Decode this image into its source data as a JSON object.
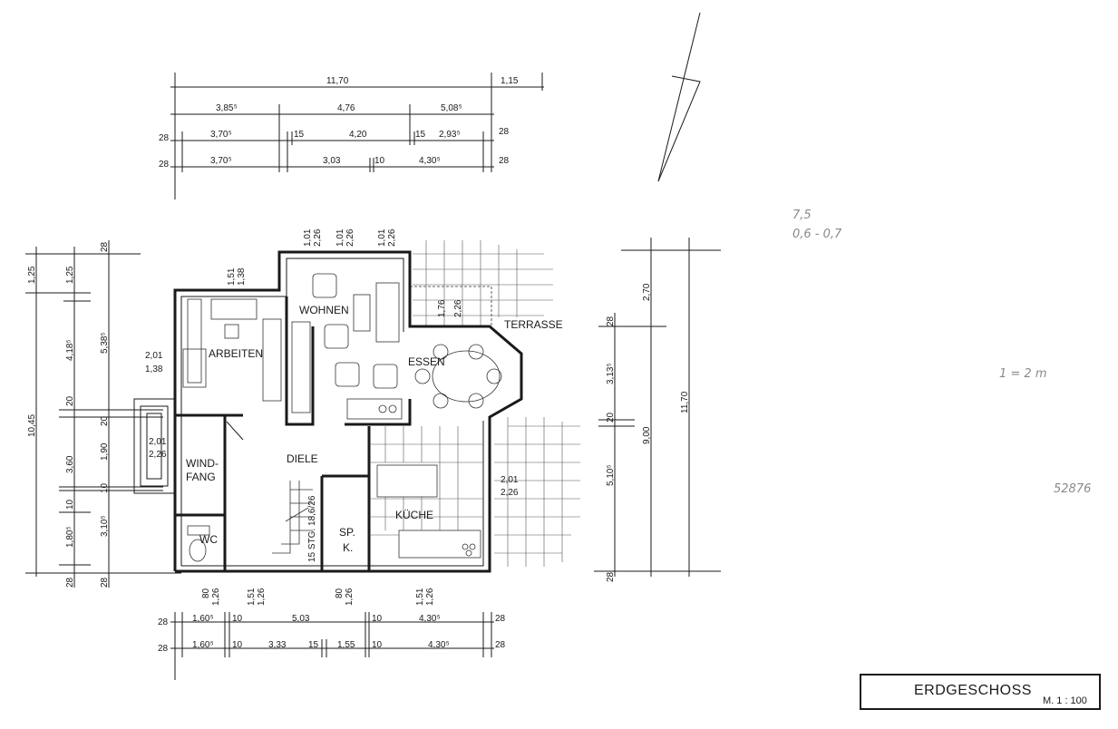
{
  "title": {
    "name": "ERDGESCHOSS",
    "scale": "M. 1 : 100"
  },
  "rooms": {
    "arbeiten": "ARBEITEN",
    "wohnen": "WOHNEN",
    "essen": "ESSEN",
    "terrasse": "TERRASSE",
    "diele": "DIELE",
    "windfang_1": "WIND-",
    "windfang_2": "FANG",
    "wc": "WC",
    "kueche": "KÜCHE",
    "speis_1": "SP.",
    "speis_2": "K.",
    "stairs": "15 STG. 18,6/26"
  },
  "dimensions": {
    "top": {
      "total": "11,70",
      "extra": "1,15",
      "r2": [
        "3,85⁵",
        "4,76",
        "5,08⁵"
      ],
      "r3": [
        "28",
        "3,70⁵",
        "15",
        "4,20",
        "15",
        "2,93⁵",
        "28"
      ],
      "r4": [
        "28",
        "3,70⁵",
        "3,03",
        "10",
        "4,30⁵",
        "28"
      ]
    },
    "left": {
      "total": "10,45",
      "r2": [
        "1,25",
        "4,18⁵",
        "20",
        "3,60",
        "10",
        "1,80⁵",
        "28"
      ],
      "r3": [
        "1,25",
        "28",
        "5,38⁵",
        "20",
        "1,90",
        "10",
        "3,10⁵",
        "28"
      ],
      "top_28": "28"
    },
    "right": {
      "total": "11,70",
      "r2": [
        "2,70",
        "9,00"
      ],
      "r3": [
        "28",
        "3,13⁵",
        "20",
        "5,10⁵",
        "28"
      ]
    },
    "bottom": {
      "r1": [
        "28",
        "1,60⁵",
        "10",
        "5,03",
        "10",
        "4,30⁵",
        "28"
      ],
      "r2": [
        "28",
        "1,60⁵",
        "10",
        "3,33",
        "15",
        "1,55",
        "10",
        "4,30⁵",
        "28"
      ]
    },
    "windows": {
      "wohnen_top": [
        "1,01",
        "2,26",
        "1,01",
        "2,26",
        "1,01",
        "2,26"
      ],
      "arbeiten_top": [
        "1,51",
        "1,38"
      ],
      "arbeiten_left": [
        "2,01",
        "1,38"
      ],
      "windfang_left": [
        "2,01",
        "2,26"
      ],
      "essen_top": [
        "1,76",
        "2,26"
      ],
      "kueche_right": [
        "2,01",
        "2,26"
      ],
      "bottom": [
        "80",
        "1,26",
        "1,51",
        "1,26",
        "80",
        "1,26",
        "1,51",
        "1,26"
      ]
    }
  },
  "annotations": {
    "pencil_1": "7,5",
    "pencil_2": "0,6 - 0,7",
    "pencil_3": "1 = 2 m",
    "pencil_4": "52876"
  },
  "colors": {
    "ink": "#1a1a1a",
    "pencil": "#8a8a8a",
    "paper": "#ffffff"
  }
}
